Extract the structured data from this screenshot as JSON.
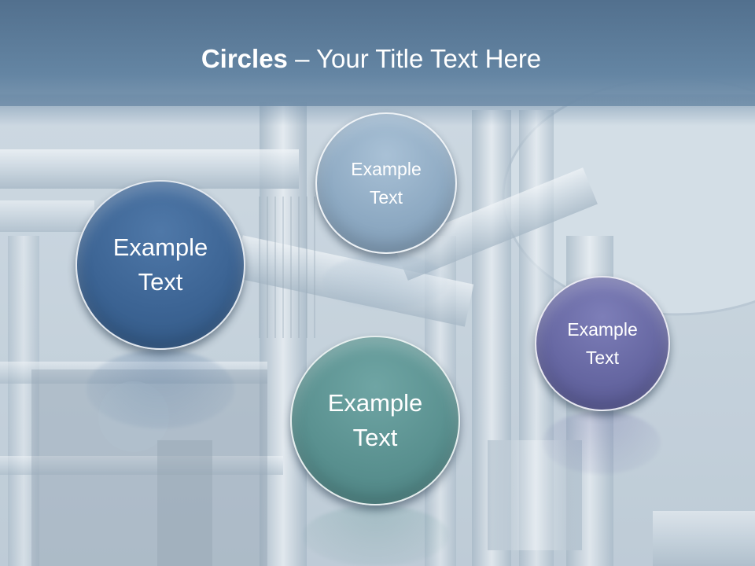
{
  "slide": {
    "title_bold": "Circles",
    "title_rest": " – Your Title Text Here",
    "circles": [
      {
        "label": "Example\nText",
        "color": "#3c6494"
      },
      {
        "label": "Example\nText",
        "color": "#8eaac3"
      },
      {
        "label": "Example\nText",
        "color": "#5a9190"
      },
      {
        "label": "Example\nText",
        "color": "#6667a2"
      }
    ]
  },
  "colors": {
    "title_bar": "#5f7f9e",
    "background": "#b9c9d6",
    "title_text": "#ffffff"
  }
}
